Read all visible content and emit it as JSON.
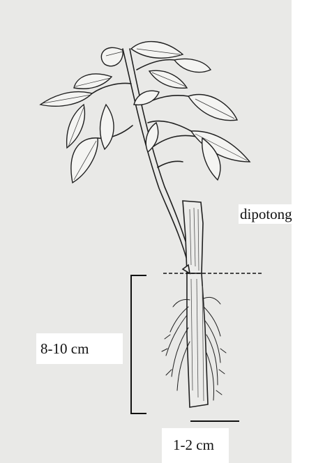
{
  "figure": {
    "labels": {
      "cut_point": "dipotong",
      "cutting_length": "8-10 cm",
      "stem_width": "1-2 cm"
    },
    "colors": {
      "paper": "#e9e9e7",
      "ink": "#1f1f1f",
      "background": "#ffffff"
    }
  }
}
